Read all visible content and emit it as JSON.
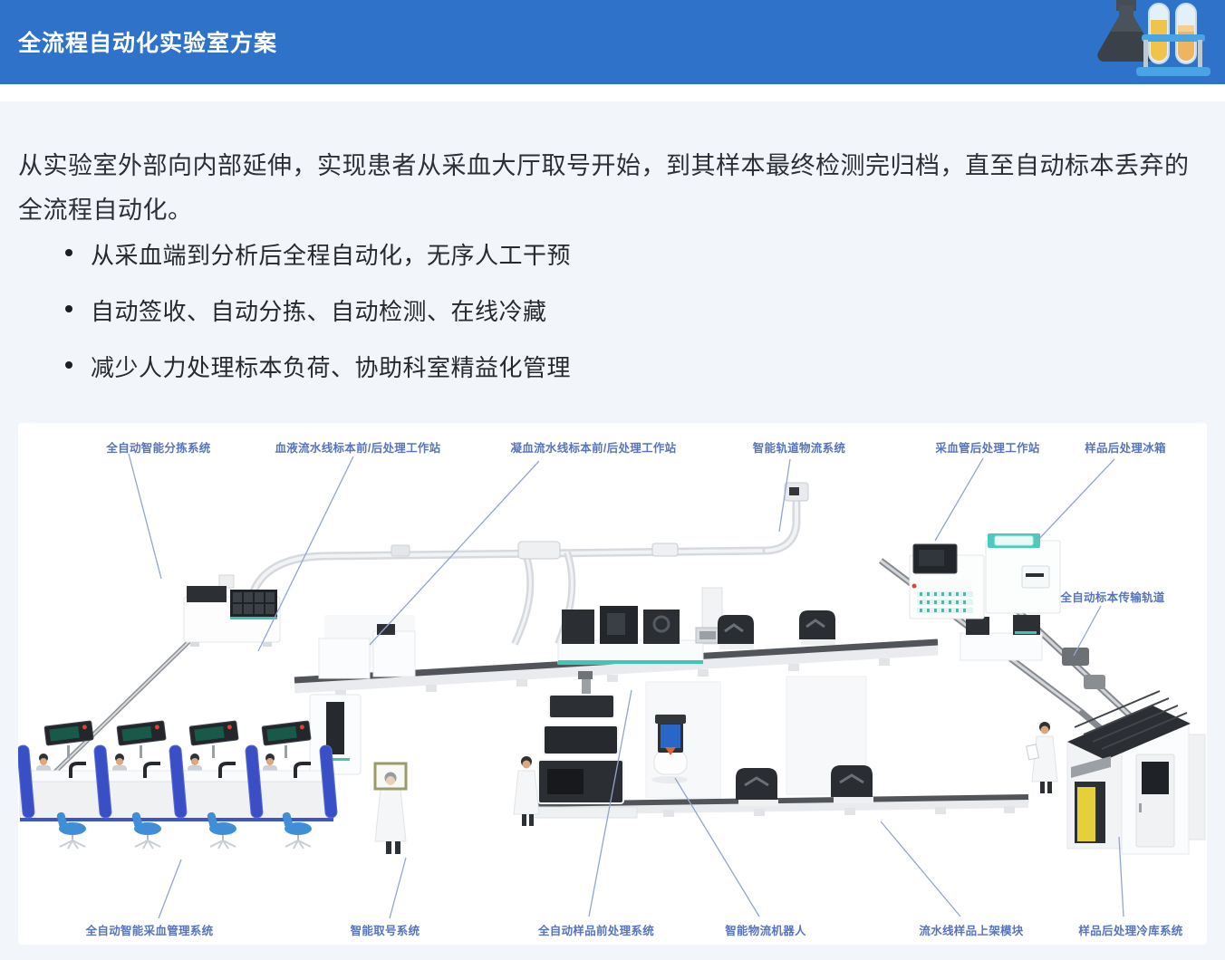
{
  "header": {
    "title": "全流程自动化实验室方案",
    "icon": "lab-flask-and-test-tubes-icon",
    "bg_color": "#2e73c9",
    "title_color": "#ffffff"
  },
  "intro": {
    "text": "从实验室外部向内部延伸，实现患者从采血大厅取号开始，到其样本最终检测完归档，直至自动标本丢弃的全流程自动化。"
  },
  "bullets": [
    "从采血端到分析后全程自动化，无序人工干预",
    "自动签收、自动分拣、自动检测、在线冷藏",
    "减少人力处理标本负荷、协助科室精益化管理"
  ],
  "diagram": {
    "label_color": "#5774bd",
    "labels": [
      {
        "text": "全自动智能分拣系统"
      },
      {
        "text": "血液流水线标本前/后处理工作站"
      },
      {
        "text": "凝血流水线标本前/后处理工作站"
      },
      {
        "text": "智能轨道物流系统"
      },
      {
        "text": "采血管后处理工作站"
      },
      {
        "text": "样品后处理冰箱"
      },
      {
        "text": "全自动标本传输轨道"
      },
      {
        "text": "全自动智能采血管理系统"
      },
      {
        "text": "智能取号系统"
      },
      {
        "text": "全自动样品前处理系统"
      },
      {
        "text": "智能物流机器人"
      },
      {
        "text": "流水线样品上架模块"
      },
      {
        "text": "样品后处理冷库系统"
      }
    ]
  },
  "colors": {
    "page_bg": "#f2f5f9",
    "card_bg": "#ffffff",
    "rail_gray": "#d6dade",
    "conveyor_dark": "#515458",
    "machine_dark": "#2b2f33",
    "teal_accent": "#45c4b6",
    "divider_blue": "#3a4fc6",
    "chair_blue": "#3f8ed6",
    "robot_screen_blue": "#2a65c8",
    "leader_line": "#93a5cf"
  }
}
